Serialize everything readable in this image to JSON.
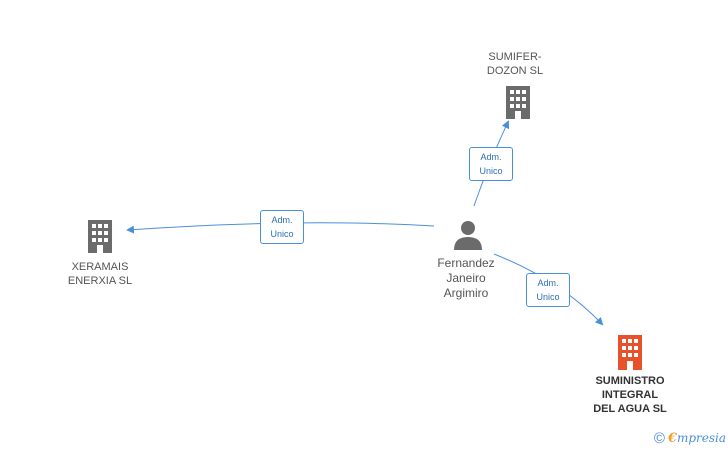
{
  "colors": {
    "company": "#6b6b6b",
    "company_main": "#e8522b",
    "person": "#6b6b6b",
    "edge": "#4a90d9",
    "edge_label_text": "#2a6fb8"
  },
  "nodes": {
    "sumiferdozon": {
      "label": "SUMIFER-\nDOZON SL",
      "icon": "building-icon"
    },
    "xeramais": {
      "label": "XERAMAIS\nENERXIA SL",
      "icon": "building-icon"
    },
    "suministro": {
      "label": "SUMINISTRO\nINTEGRAL\nDEL AGUA SL",
      "icon": "building-icon"
    },
    "person": {
      "label": "Fernandez\nJaneiro\nArgimiro",
      "icon": "person-icon"
    }
  },
  "edges": {
    "to_sumiferdozon": {
      "label": "Adm.\nUnico"
    },
    "to_xeramais": {
      "label": "Adm.\nUnico"
    },
    "to_suministro": {
      "label": "Adm.\nUnico"
    }
  },
  "footer": {
    "copyright": "©",
    "brand_initial": "€",
    "brand_rest": "mpresia"
  }
}
